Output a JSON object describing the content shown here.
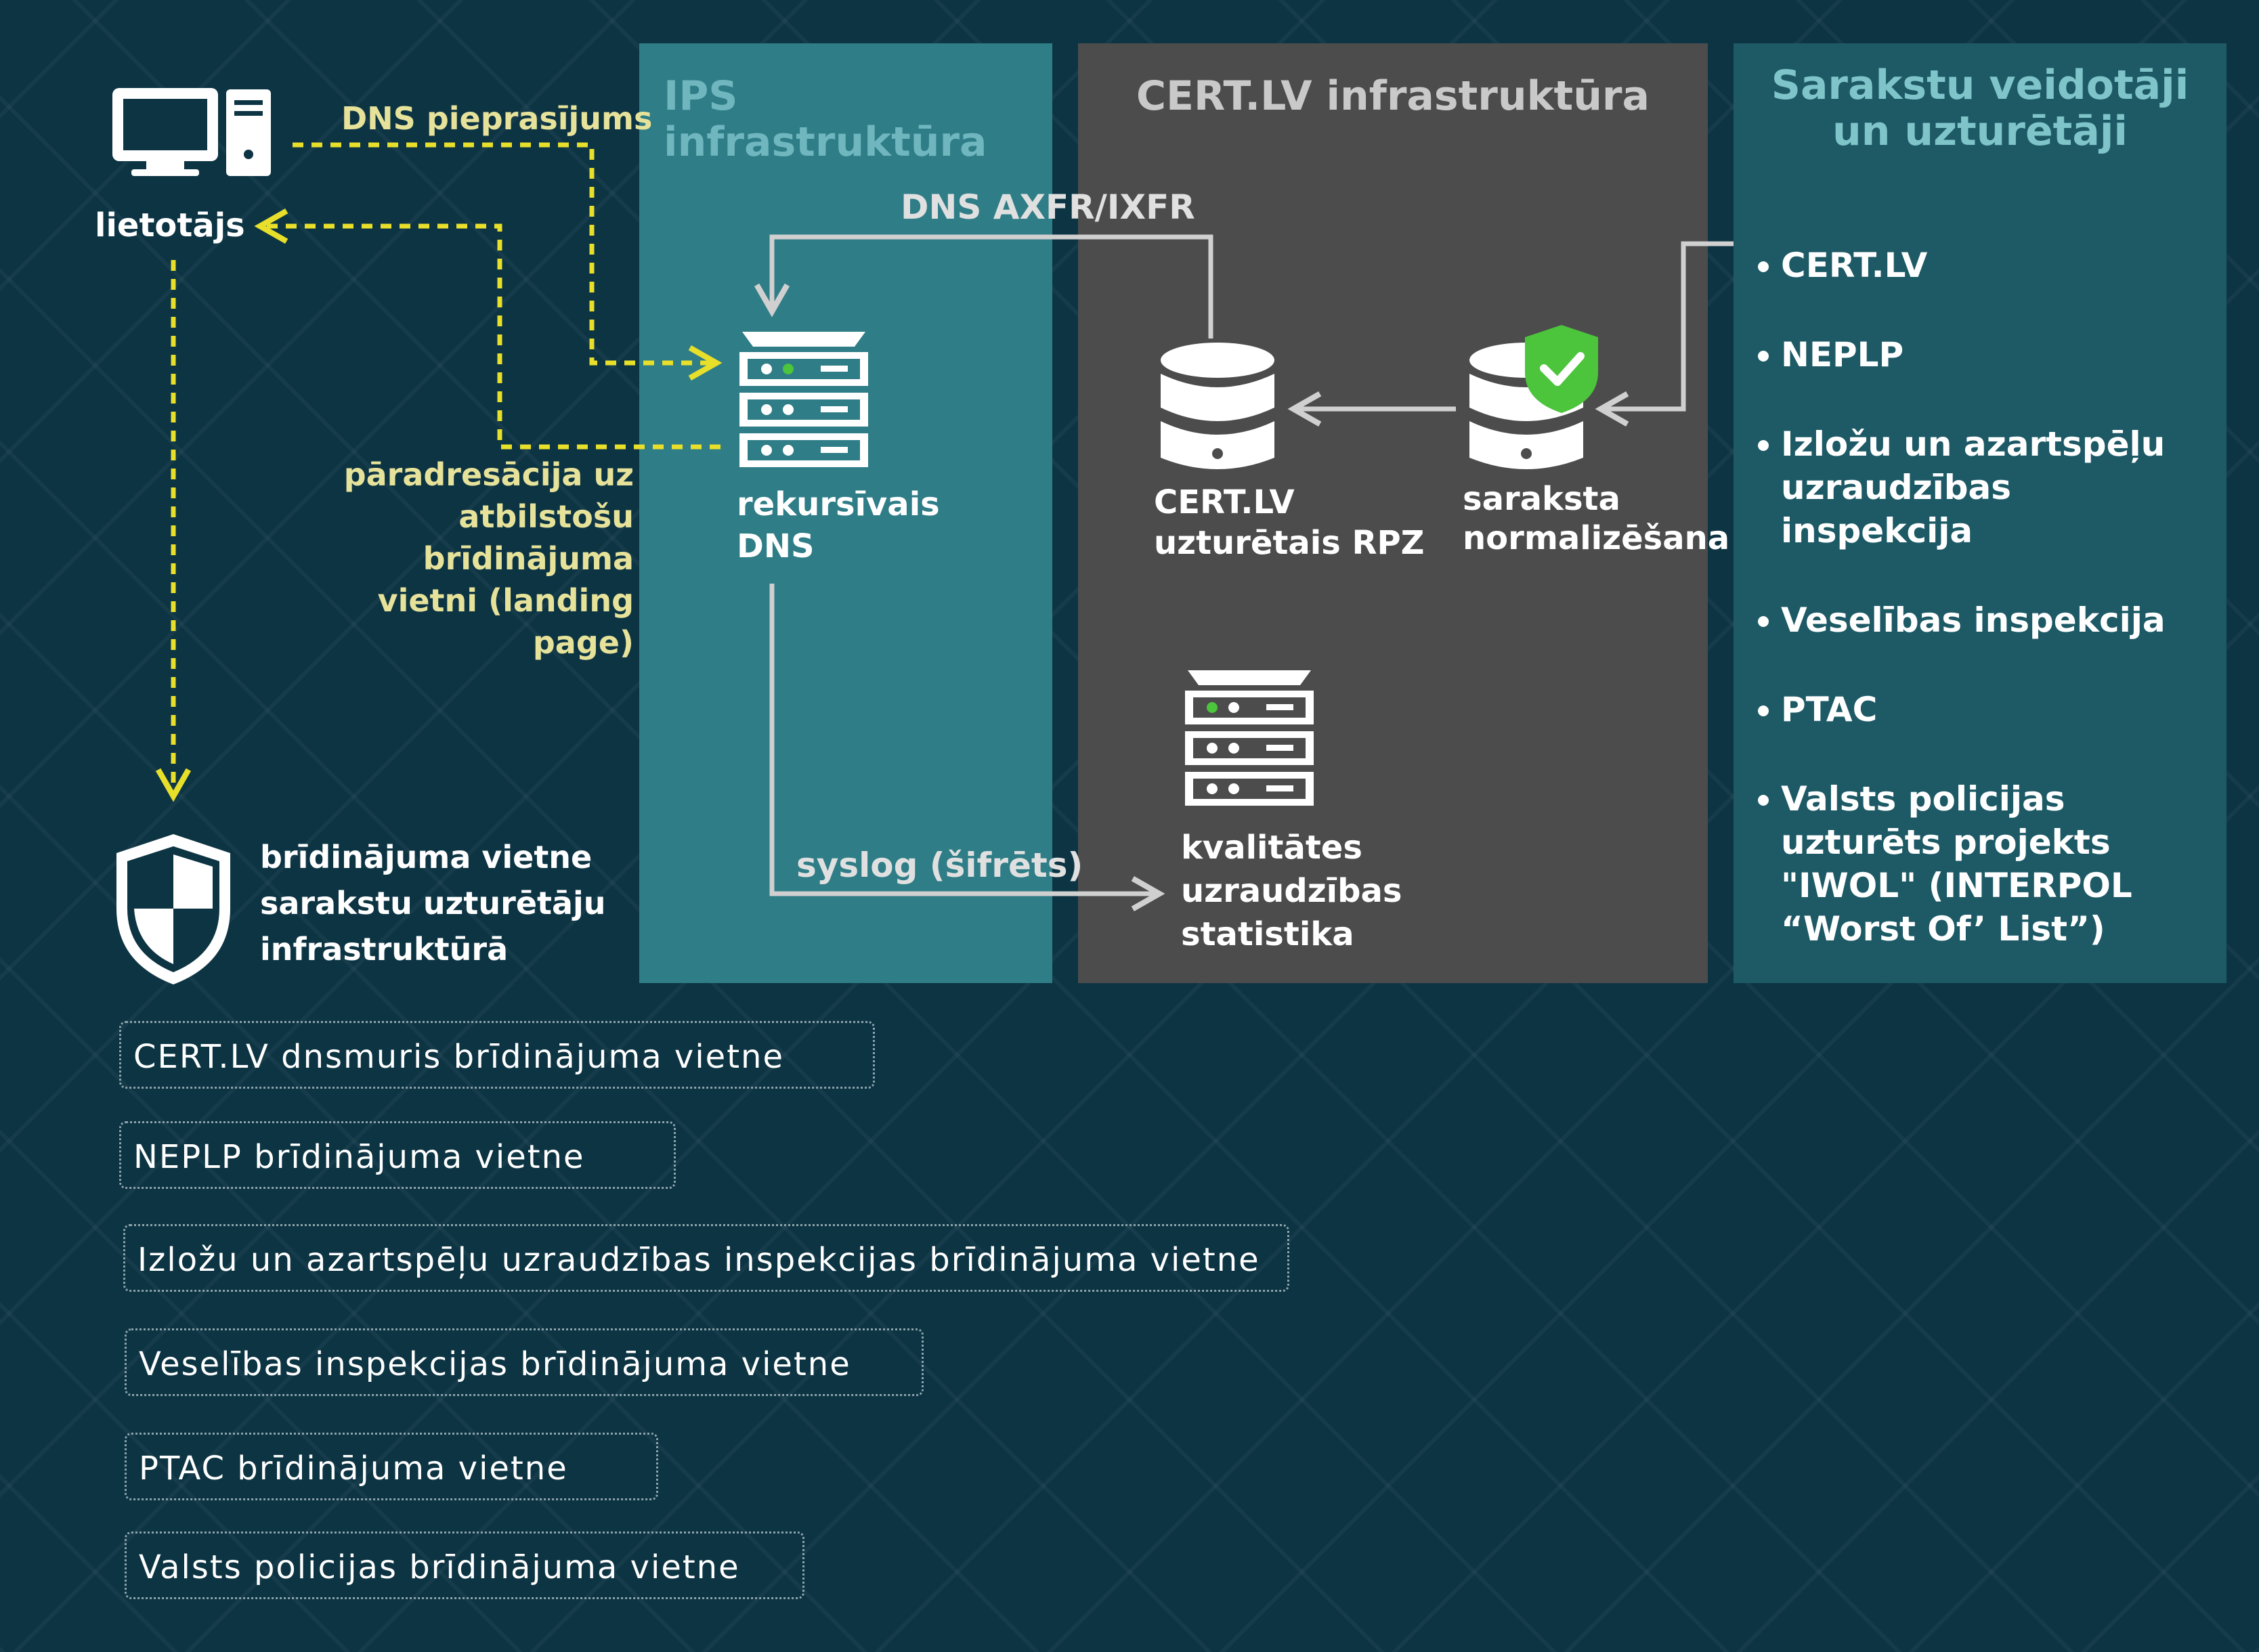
{
  "columns": {
    "ips": {
      "title": "IPS infrastruktūra"
    },
    "cert": {
      "title": "CERT.LV infrastruktūra"
    },
    "lists": {
      "title": "Sarakstu veidotāji\nun uzturētāji"
    }
  },
  "user": {
    "label": "lietotājs",
    "icon": "computer-icon"
  },
  "flows": {
    "dns_request": "DNS pieprasījums",
    "redirect": "pāradresācija uz\natbilstošu brīdinājuma\nvietni (landing page)",
    "axfr": "DNS AXFR/IXFR",
    "syslog": "syslog (šifrēts)"
  },
  "nodes": {
    "recursive_dns": "rekursīvais\nDNS",
    "cert_rpz": "CERT.LV\nuzturētais RPZ",
    "normalization": "saraksta\nnormalizēšana",
    "quality": "kvalitātes\nuzraudzības\nstatistika",
    "warning_site": "brīdinājuma vietne\nsarakstu uzturētāju\ninfrastruktūrā"
  },
  "list_owners": [
    "CERT.LV",
    "NEPLP",
    "Izložu un azartspēļu uzraudzības inspekcija",
    "Veselības inspekcija",
    "PTAC",
    "Valsts policijas uzturēts projekts \"IWOL\" (INTERPOL “Worst Of’ List”)"
  ],
  "warning_sites": [
    "CERT.LV dnsmuris brīdinājuma vietne",
    "NEPLP brīdinājuma vietne",
    "Izložu un azartspēļu uzraudzības inspekcijas brīdinājuma vietne",
    "Veselības inspekcijas brīdinājuma vietne",
    "PTAC brīdinājuma vietne",
    "Valsts policijas brīdinājuma vietne"
  ],
  "colors": {
    "background": "#0d3443",
    "ips_column": "#2f7d87",
    "cert_column": "#4c4c4c",
    "lists_column": "#1d5a66",
    "user_flow": "#e8df2a",
    "internal_flow": "#d0d0d0",
    "shield_check": "#4cc43c"
  }
}
